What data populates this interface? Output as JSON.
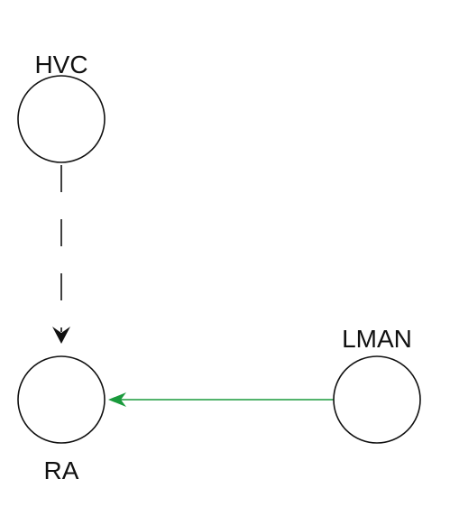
{
  "diagram": {
    "nodes": [
      {
        "id": "hvc",
        "label": "HVC"
      },
      {
        "id": "ra",
        "label": "RA"
      },
      {
        "id": "lman",
        "label": "LMAN"
      }
    ],
    "edges": [
      {
        "from": "hvc",
        "to": "ra",
        "style": "dashed",
        "color": "#111111"
      },
      {
        "from": "lman",
        "to": "ra",
        "style": "solid",
        "color": "#1a9a3c"
      }
    ]
  }
}
